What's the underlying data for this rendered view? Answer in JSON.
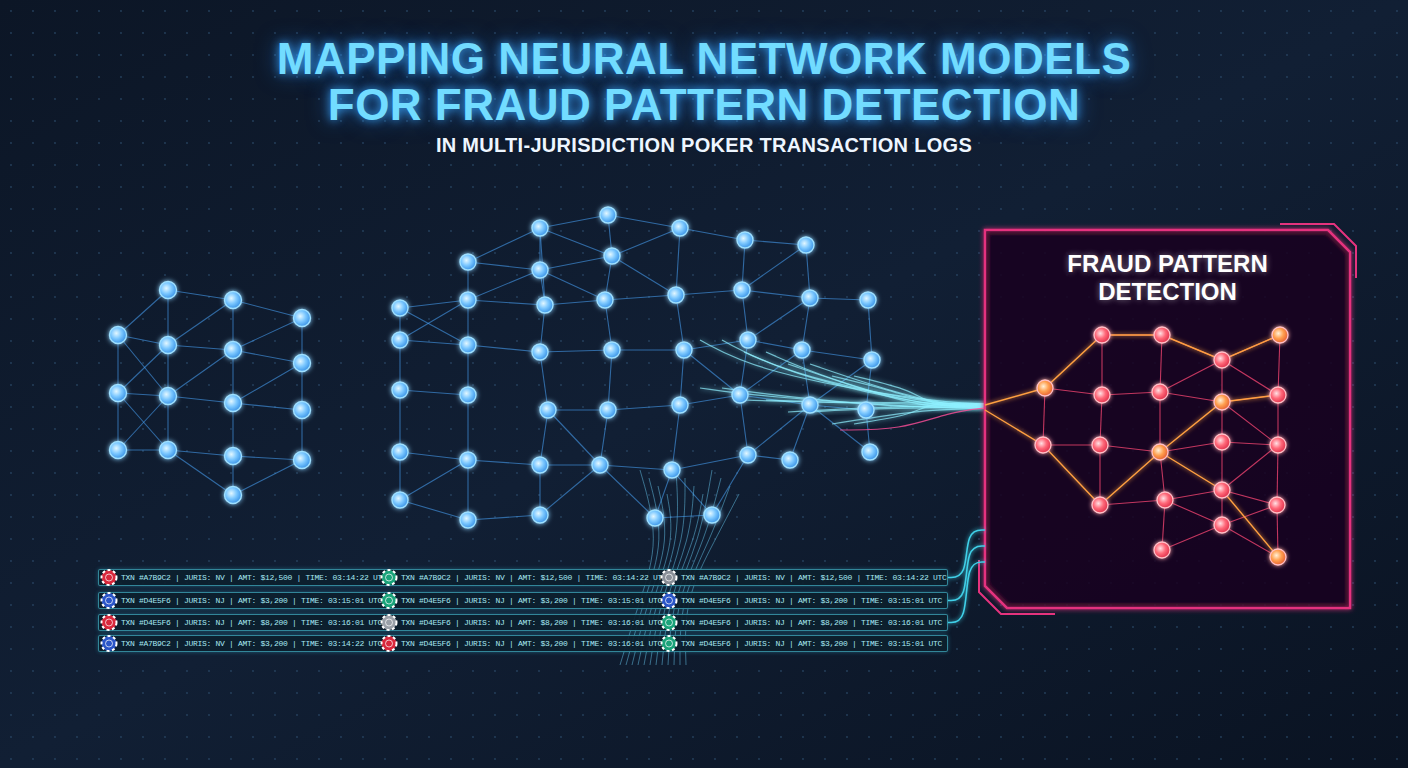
{
  "diagram": {
    "title": "MAPPING NEURAL NETWORK MODELS FOR FRAUD PATTERN DETECTION",
    "nodes": [
      {
        "text": [
          "FRAUD PATTERN DETECTION"
        ]
      },
      {
        "text": [
          "TXN #A7B9C2 | JURIS: NV | AMT: $12,500 | TIME: 03:14:22 UTC",
          "TXN #A7B9C2 | JURIS: NV | AMT: $12,500 | TIME: 03:14:22 UTC",
          "TXN #A7B9C2 | JURIS: NV | AMT: $12,500 | TIME: 03:14:22 UTC"
        ]
      },
      {
        "text": [
          "TXN #D4E5F6 | JURIS: NJ | AMT: $3,200 | TIME: 03:15:01 UTC",
          "TXN #D4E5F6 | JURIS: NJ | AMT: $3,200 | TIME: 03:15:01 UTC",
          "TXN #D4E5F6 | JURIS: NJ | AMT: $3,200 | TIME: 03:15:01 UTC"
        ]
      },
      {
        "text": [
          "TXN #D4E5F6 | JURIS: NJ | AMT: $8,200 | TIME: 03:16:01 UTC",
          "TXN #D4E5F6 | JURIS: NJ | AMT: $8,200 | TIME: 03:16:01 UTC",
          "TXN #D4E5F6 | JURIS: NJ | AMT: $8,200 | TIME: 03:16:01 UTC"
        ]
      },
      {
        "text": [
          "TXN #A7B9C2 | JURIS: NV | AMT: $3,200 | TIME: 03:14:22 UTC",
          "TXN #D4E5F6 | JURIS: NJ | AMT: $3,200 | TIME: 03:16:01 UTC",
          "TXN #D4E5F6 | JURIS: NJ | AMT: $3,200 | TIME: 03:15:01 UTC"
        ]
      }
    ],
    "edges": [
      {
        "from": 1,
        "to": 0,
        "arrow": "none"
      },
      {
        "from": 2,
        "to": 0,
        "arrow": "none"
      },
      {
        "from": 3,
        "to": 0,
        "arrow": "none"
      }
    ],
    "labels": [
      "IN MULTI-JURISDICTION POKER TRANSACTION LOGS"
    ]
  }
}
